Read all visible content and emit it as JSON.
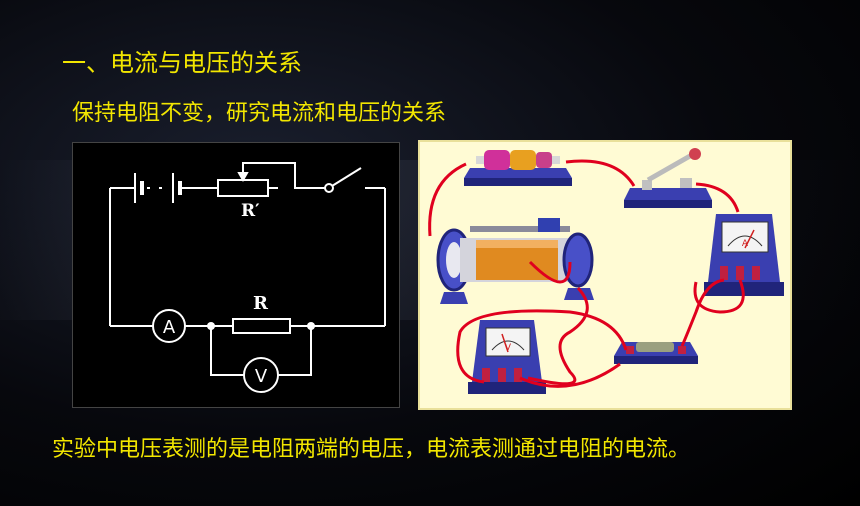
{
  "heading": "一、电流与电压的关系",
  "subheading": "保持电阻不变，研究电流和电压的关系",
  "conclusion": "实验中电压表测的是电阻两端的电压，电流表测通过电阻的电流。",
  "circuit": {
    "rheostat_label": "R′",
    "resistor_label": "R",
    "ammeter_label": "A",
    "voltmeter_label": "V"
  },
  "photo": {
    "ammeter_label": "A",
    "voltmeter_label": "V"
  },
  "colors": {
    "text": "#f2e600",
    "wire": "#e0001e",
    "photo_background": "#fffbd4"
  }
}
